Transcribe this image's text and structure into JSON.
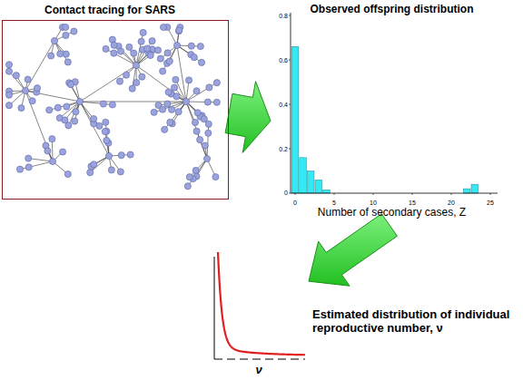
{
  "diagram": {
    "nodes": [
      {
        "text": [
          "Contact tracing for SARS"
        ]
      },
      {
        "text": [
          "Observed offspring distribution",
          "Number of secondary cases, Z"
        ]
      },
      {
        "text": [
          "Estimated distribution of individual reproductive number, ν"
        ]
      }
    ],
    "edges": [
      {
        "from": 0,
        "to": 1,
        "arrow": "to"
      },
      {
        "from": 1,
        "to": 2,
        "arrow": "to"
      }
    ],
    "labels": [
      "0.8",
      "0.6",
      "0.4",
      "0.2",
      "0",
      "0",
      "5",
      "10",
      "15",
      "20",
      "25",
      "ν"
    ]
  }
}
